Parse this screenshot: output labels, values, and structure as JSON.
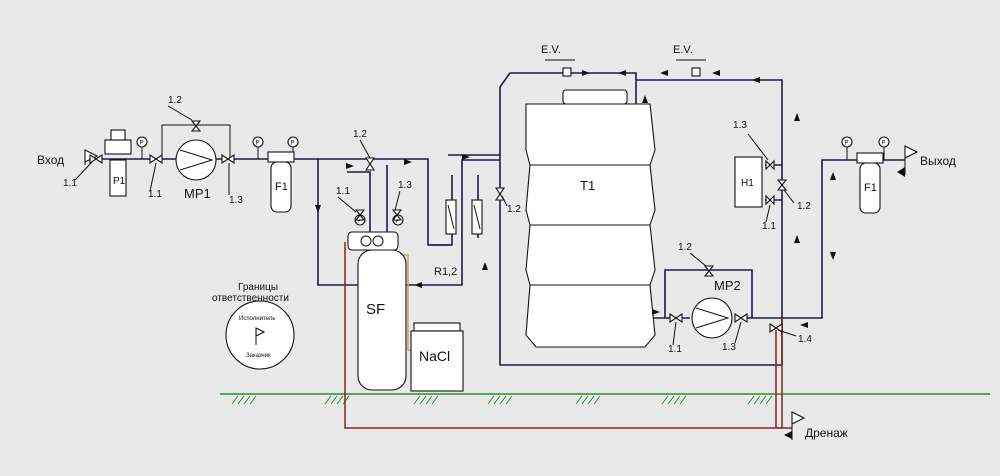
{
  "labels": {
    "inlet": "Вход",
    "outlet": "Выход",
    "drain": "Дренаж",
    "boundary_title_line1": "Границы",
    "boundary_title_line2": "ответственности",
    "boundary_top": "Исполнитель",
    "boundary_bottom": "Заказчик"
  },
  "equipment": {
    "p1": "P1",
    "mp1": "MP1",
    "f1_in": "F1",
    "sf": "SF",
    "nacl": "NaCl",
    "r12": "R1,2",
    "t1": "T1",
    "h1": "H1",
    "mp2": "MP2",
    "f1_out": "F1",
    "ev_left": "E.V.",
    "ev_right": "E.V."
  },
  "valves": {
    "inlet_1_1": "1.1",
    "mp1_bypass_1_2": "1.2",
    "mp1_suction_1_1": "1.1",
    "mp1_discharge_1_3": "1.3",
    "sf_1_2": "1.2",
    "sf_1_1": "1.1",
    "sf_1_3": "1.3",
    "t1_inlet_1_2": "1.2",
    "h1_1_3": "1.3",
    "h1_1_2": "1.2",
    "h1_1_1": "1.1",
    "mp2_bypass_1_2": "1.2",
    "mp2_suction_1_1": "1.1",
    "mp2_discharge_1_3": "1.3",
    "outlet_1_4": "1.4"
  },
  "gauge_symbol": "P",
  "colors": {
    "process_pipe": "#1c1c4a",
    "drain_line": "#8b2222",
    "brine_line": "#c9a86a",
    "ground_line": "#2e8b2e",
    "background": "#e9e9e9"
  }
}
